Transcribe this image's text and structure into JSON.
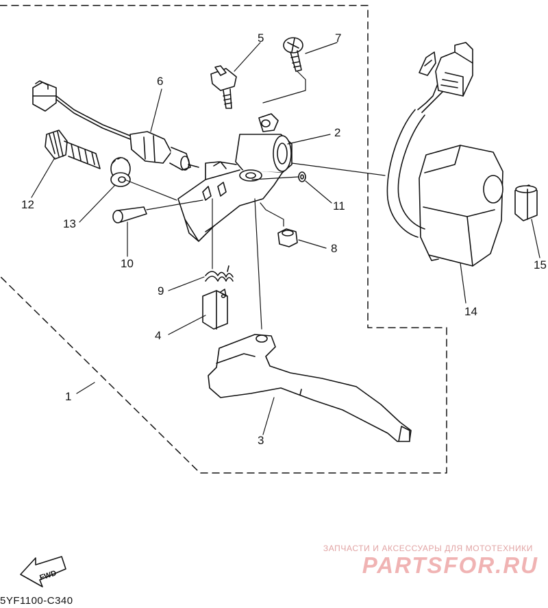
{
  "diagram": {
    "callouts": [
      "1",
      "2",
      "3",
      "4",
      "5",
      "6",
      "7",
      "8",
      "9",
      "10",
      "11",
      "12",
      "13",
      "14",
      "15"
    ],
    "fwd_label": "FWD",
    "drawing_code": "5YF1100-C340"
  },
  "watermark": {
    "caption": "ЗАПЧАСТИ И АКСЕССУАРЫ ДЛЯ МОТОТЕХНИКИ",
    "logo": "PARTSFOR.RU"
  },
  "colors": {
    "line": "#111111",
    "watermark": "#f0b3b3"
  }
}
